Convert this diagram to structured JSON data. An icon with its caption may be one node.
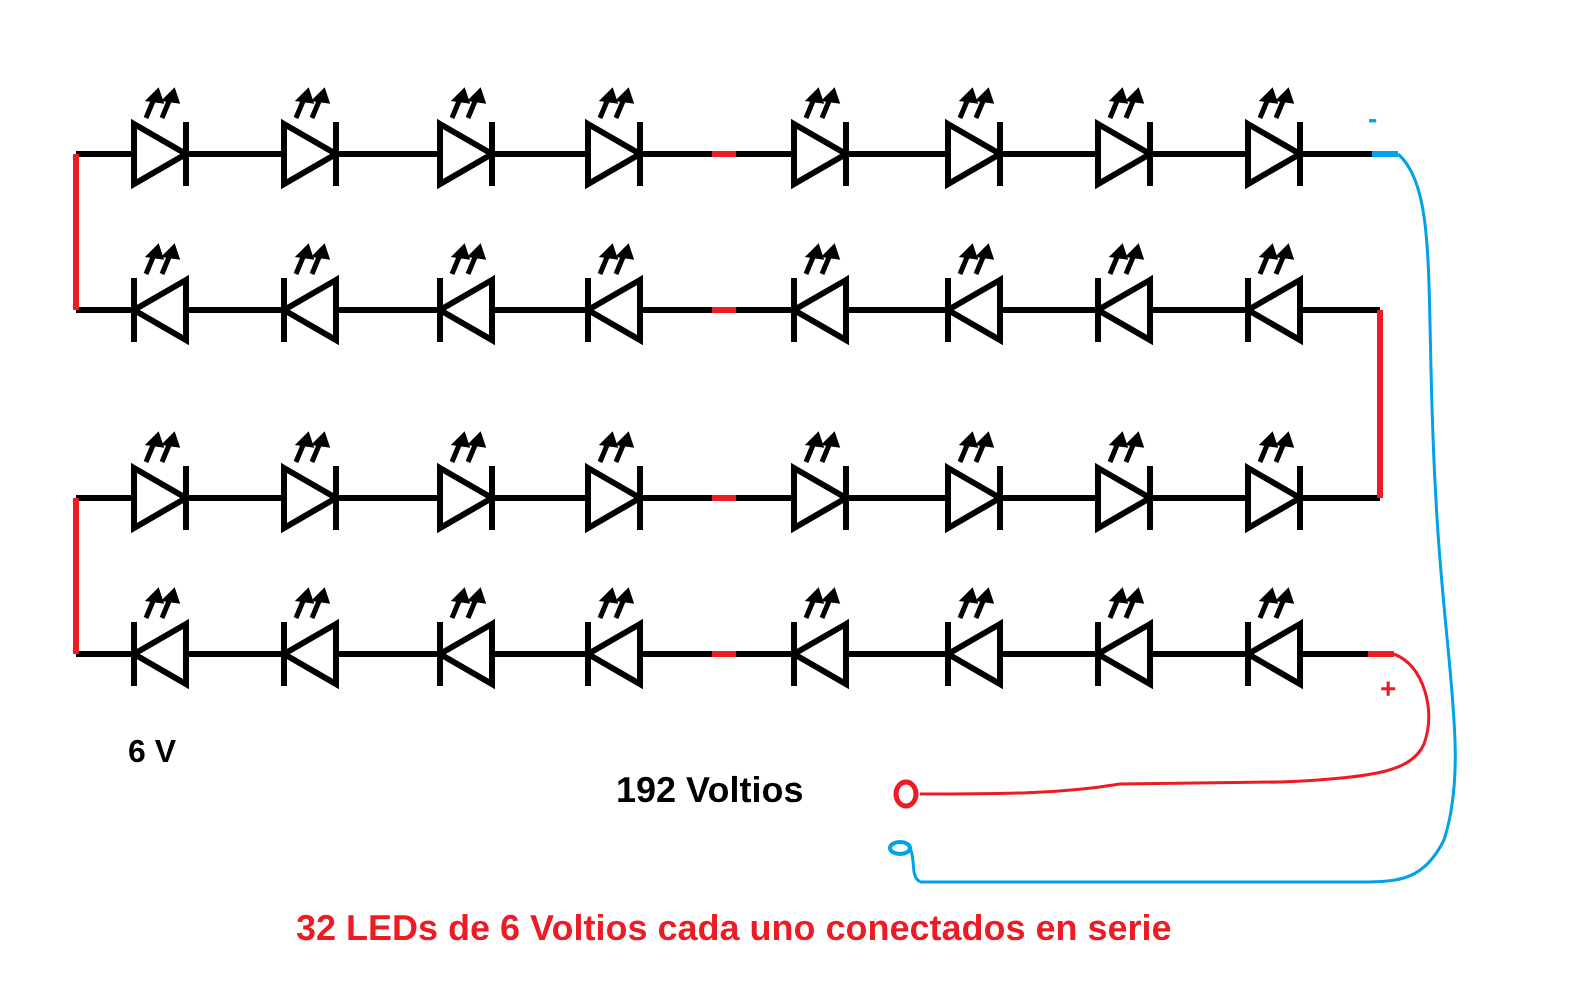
{
  "diagram": {
    "caption": "32 LEDs de 6 Voltios cada uno conectados en serie",
    "labels": [
      "-",
      "+",
      "6 V",
      "192 Voltios"
    ]
  }
}
